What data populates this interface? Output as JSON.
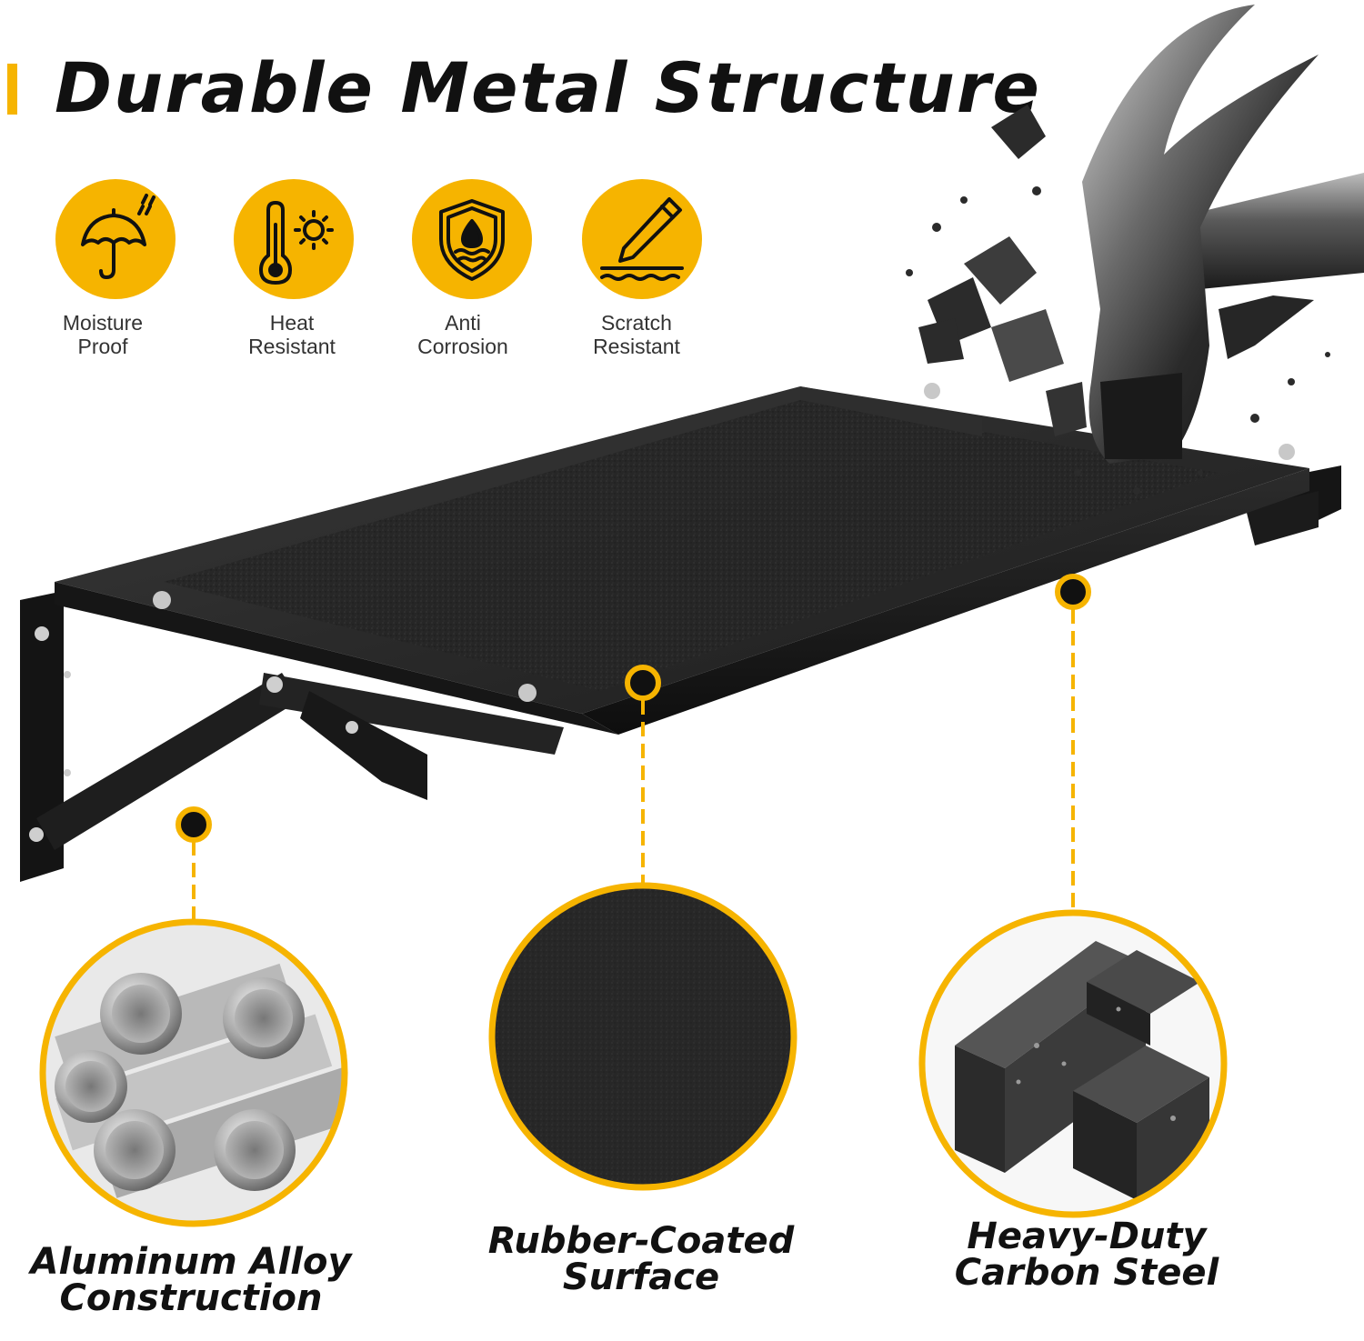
{
  "header": {
    "title": "Durable Metal Structure"
  },
  "features": [
    {
      "line1": "Moisture",
      "line2": "Proof",
      "icon": "umbrella-rain-icon"
    },
    {
      "line1": "Heat",
      "line2": "Resistant",
      "icon": "thermometer-sun-icon"
    },
    {
      "line1": "Anti",
      "line2": "Corrosion",
      "icon": "shield-droplet-icon"
    },
    {
      "line1": "Scratch",
      "line2": "Resistant",
      "icon": "blade-scratch-icon"
    }
  ],
  "callouts": [
    {
      "line1": "Aluminum Alloy",
      "line2": "Construction"
    },
    {
      "line1": "Rubber-Coated",
      "line2": "Surface"
    },
    {
      "line1": "Heavy-Duty",
      "line2": "Carbon Steel"
    }
  ],
  "colors": {
    "accent": "#f6b400",
    "metal_dark": "#1c1c1c",
    "text": "#111111"
  }
}
